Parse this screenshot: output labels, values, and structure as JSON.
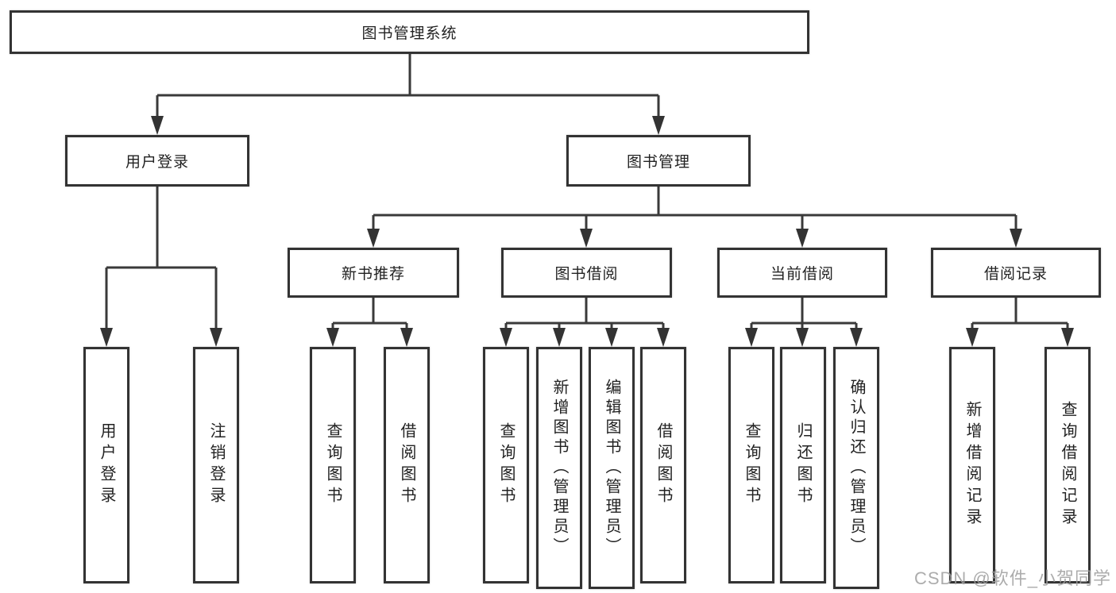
{
  "diagram": {
    "root": {
      "label": "图书管理系统"
    },
    "level2": {
      "user_login": {
        "label": "用户登录"
      },
      "book_management": {
        "label": "图书管理"
      }
    },
    "user_login_children": {
      "login": "用户登录",
      "logout": "注销登录"
    },
    "modules": {
      "new_book_recommend": {
        "label": "新书推荐",
        "children": {
          "query_books": "查询图书",
          "borrow_books": "借阅图书"
        }
      },
      "book_borrow": {
        "label": "图书借阅",
        "children": {
          "query_books": "查询图书",
          "add_books_admin": "新增图书（管理员）",
          "edit_books_admin": "编辑图书（管理员）",
          "borrow_books": "借阅图书"
        }
      },
      "current_borrow": {
        "label": "当前借阅",
        "children": {
          "query_books": "查询图书",
          "return_books": "归还图书",
          "confirm_return_admin": "确认归还（管理员）"
        }
      },
      "borrow_records": {
        "label": "借阅记录",
        "children": {
          "add_record": "新增借阅记录",
          "query_record": "查询借阅记录"
        }
      }
    },
    "watermark": "CSDN @软件_小贺同学"
  }
}
